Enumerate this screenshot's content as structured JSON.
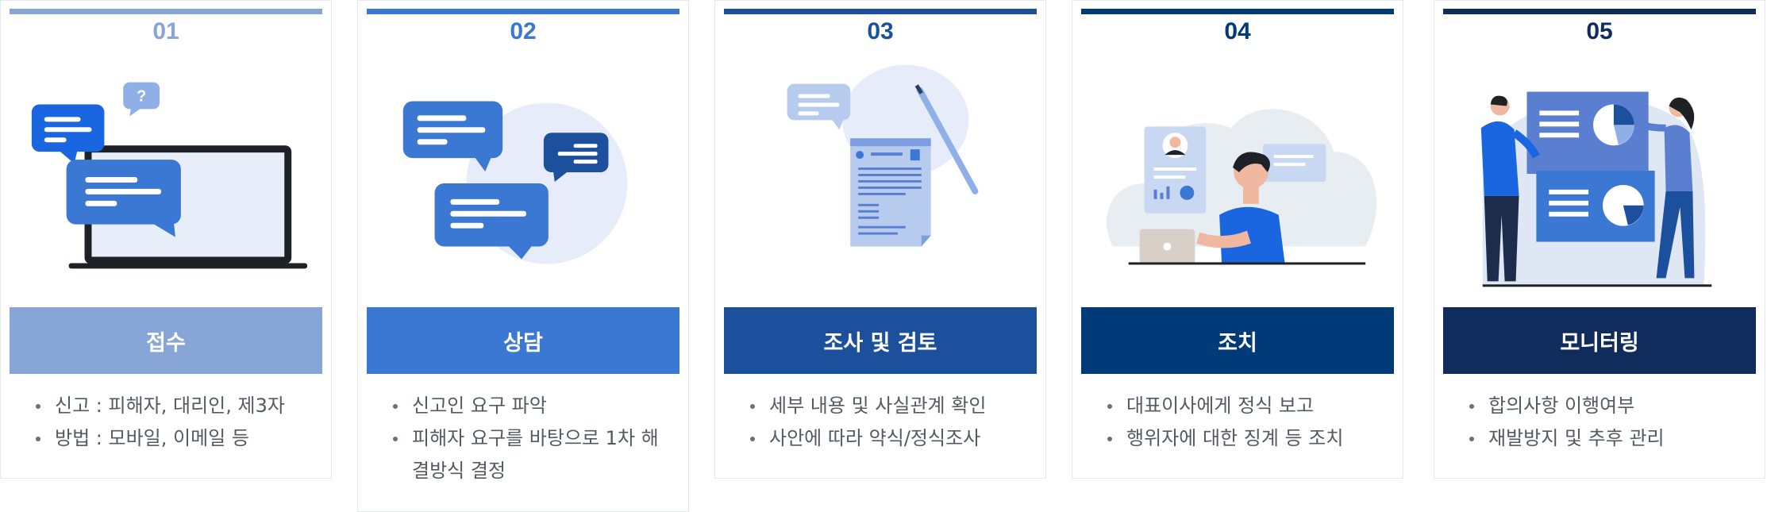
{
  "steps": [
    {
      "number": "01",
      "title": "접수",
      "color": "#87a5d6",
      "bullets": [
        "신고 : 피해자, 대리인, 제3자",
        "방법 : 모바일, 이메일 등"
      ],
      "icon": "chat-laptop-icon"
    },
    {
      "number": "02",
      "title": "상담",
      "color": "#3a78d4",
      "bullets": [
        "신고인 요구 파악",
        "피해자 요구를 바탕으로 1차 해결방식 결정"
      ],
      "icon": "chat-bubbles-icon"
    },
    {
      "number": "03",
      "title": "조사 및 검토",
      "color": "#1c4f9c",
      "bullets": [
        "세부 내용 및 사실관계 확인",
        "사안에 따라 약식/정식조사"
      ],
      "icon": "document-pencil-icon"
    },
    {
      "number": "04",
      "title": "조치",
      "color": "#003a78",
      "bullets": [
        "대표이사에게 정식 보고",
        "행위자에 대한 징계 등 조치"
      ],
      "icon": "person-laptop-icon"
    },
    {
      "number": "05",
      "title": "모니터링",
      "color": "#102c5c",
      "bullets": [
        "합의사항 이행여부",
        "재발방지 및 추후 관리"
      ],
      "icon": "presentation-icon"
    }
  ]
}
